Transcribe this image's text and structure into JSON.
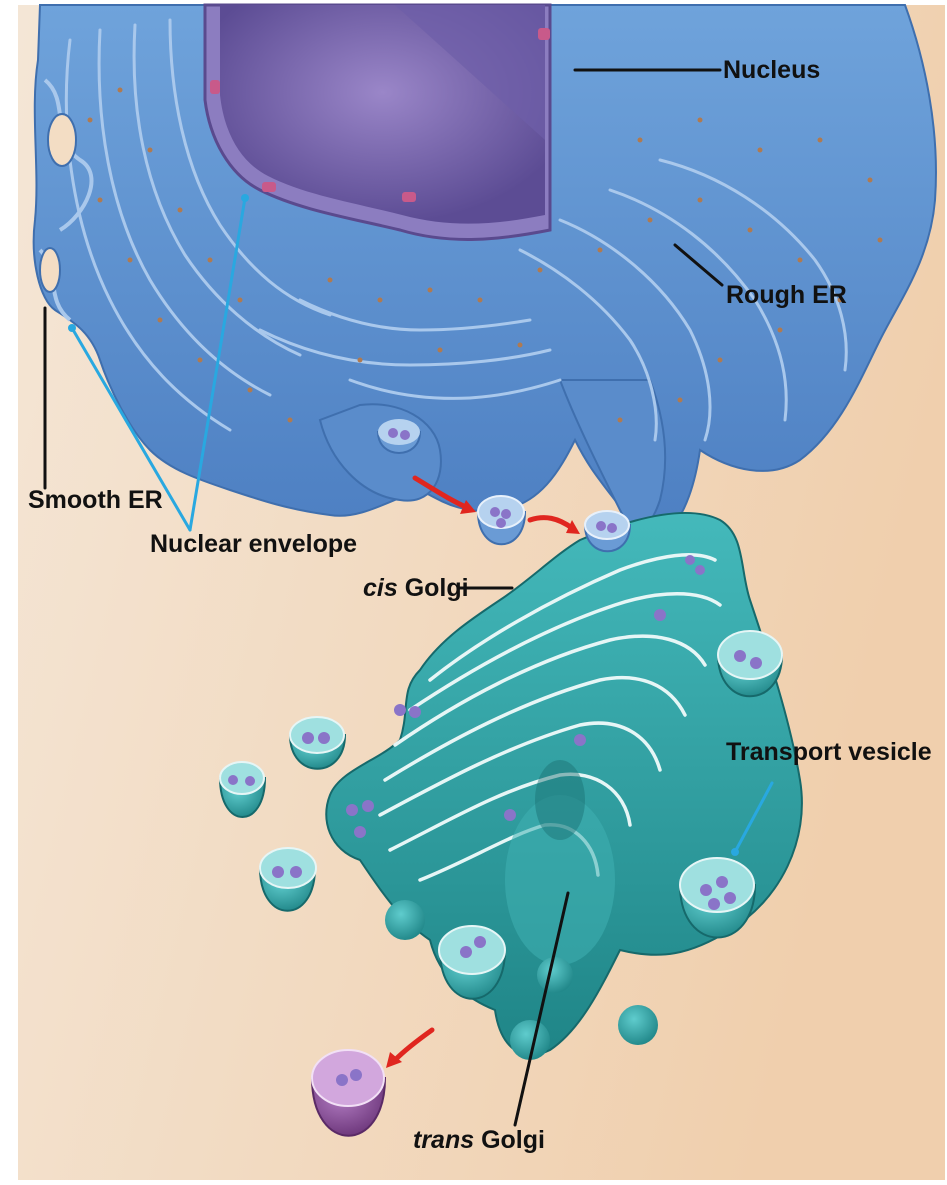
{
  "labels": {
    "nucleus": "Nucleus",
    "rough_er": "Rough ER",
    "smooth_er": "Smooth ER",
    "nuclear_envelope": "Nuclear envelope",
    "cis_golgi_prefix": "cis",
    "cis_golgi_suffix": " Golgi",
    "transport_vesicle": "Transport vesicle",
    "trans_golgi_prefix": "trans",
    "trans_golgi_suffix": " Golgi"
  },
  "colors": {
    "background": "#f3ddc4",
    "er": "#5f93cf",
    "nucleus": "#7f67b0",
    "golgi": "#2fa3a5",
    "vesicle_cargo": "#8a74c8",
    "arrow": "#e0261f",
    "leader_black": "#111111",
    "leader_blue": "#29a8e0",
    "secretory_vesicle": "#8c4a9a"
  }
}
